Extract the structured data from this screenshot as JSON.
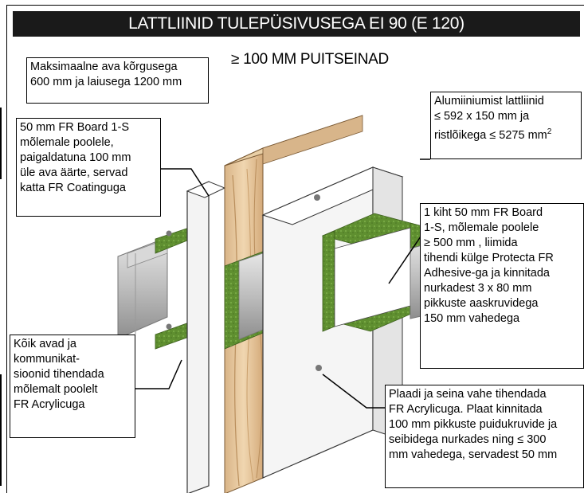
{
  "title": "LATTLIINID TULEPÜSIVUSEGA EI 90 (E 120)",
  "subtitle": "≥ 100 MM PUITSEINAD",
  "callouts": {
    "max_opening": "Maksimaalne ava kõrgusega\n600 mm ja laiusega 1200 mm",
    "fr_board_both_sides": "50 mm FR Board 1-S\nmõlemale poolele,\npaigaldatuna 100 mm\nüle ava äärte, servad\nkatta FR Coatinguga",
    "aluminium_ducts_line": "Alumiiniumist lattliinid\n≤ 592 x 150 mm ja\nristlõikega ≤ 5275 mm",
    "aluminium_ducts_sup": "2",
    "one_layer_board": "1 kiht 50 mm FR Board\n1-S, mõlemale poolele\n≥ 500 mm , liimida\ntihendi külge Protecta FR\nAdhesive-ga ja kinnitada\nnurkadest 3 x 80 mm\npikkuste  aaskruvidega\n150 mm vahedega",
    "openings_sealed": "Kõik avad ja\nkommunikat-\nsioonid tihendada\nmõlemalt poolelt\nFR Acrylicuga",
    "plate_wall_gap": "Plaadi ja seina vahe tihendada\nFR Acrylicuga. Plaat kinnitada\n100 mm pikkuste puidukruvide ja\nseibidega nurkades ning ≤ 300\nmm vahedega, servadest 50 mm"
  },
  "colors": {
    "title_bg": "#1a1a1a",
    "wood": "#e8c9a0",
    "board": "#ffffff",
    "seal": "#6a9a3a",
    "duct": "#c8c8c8"
  }
}
